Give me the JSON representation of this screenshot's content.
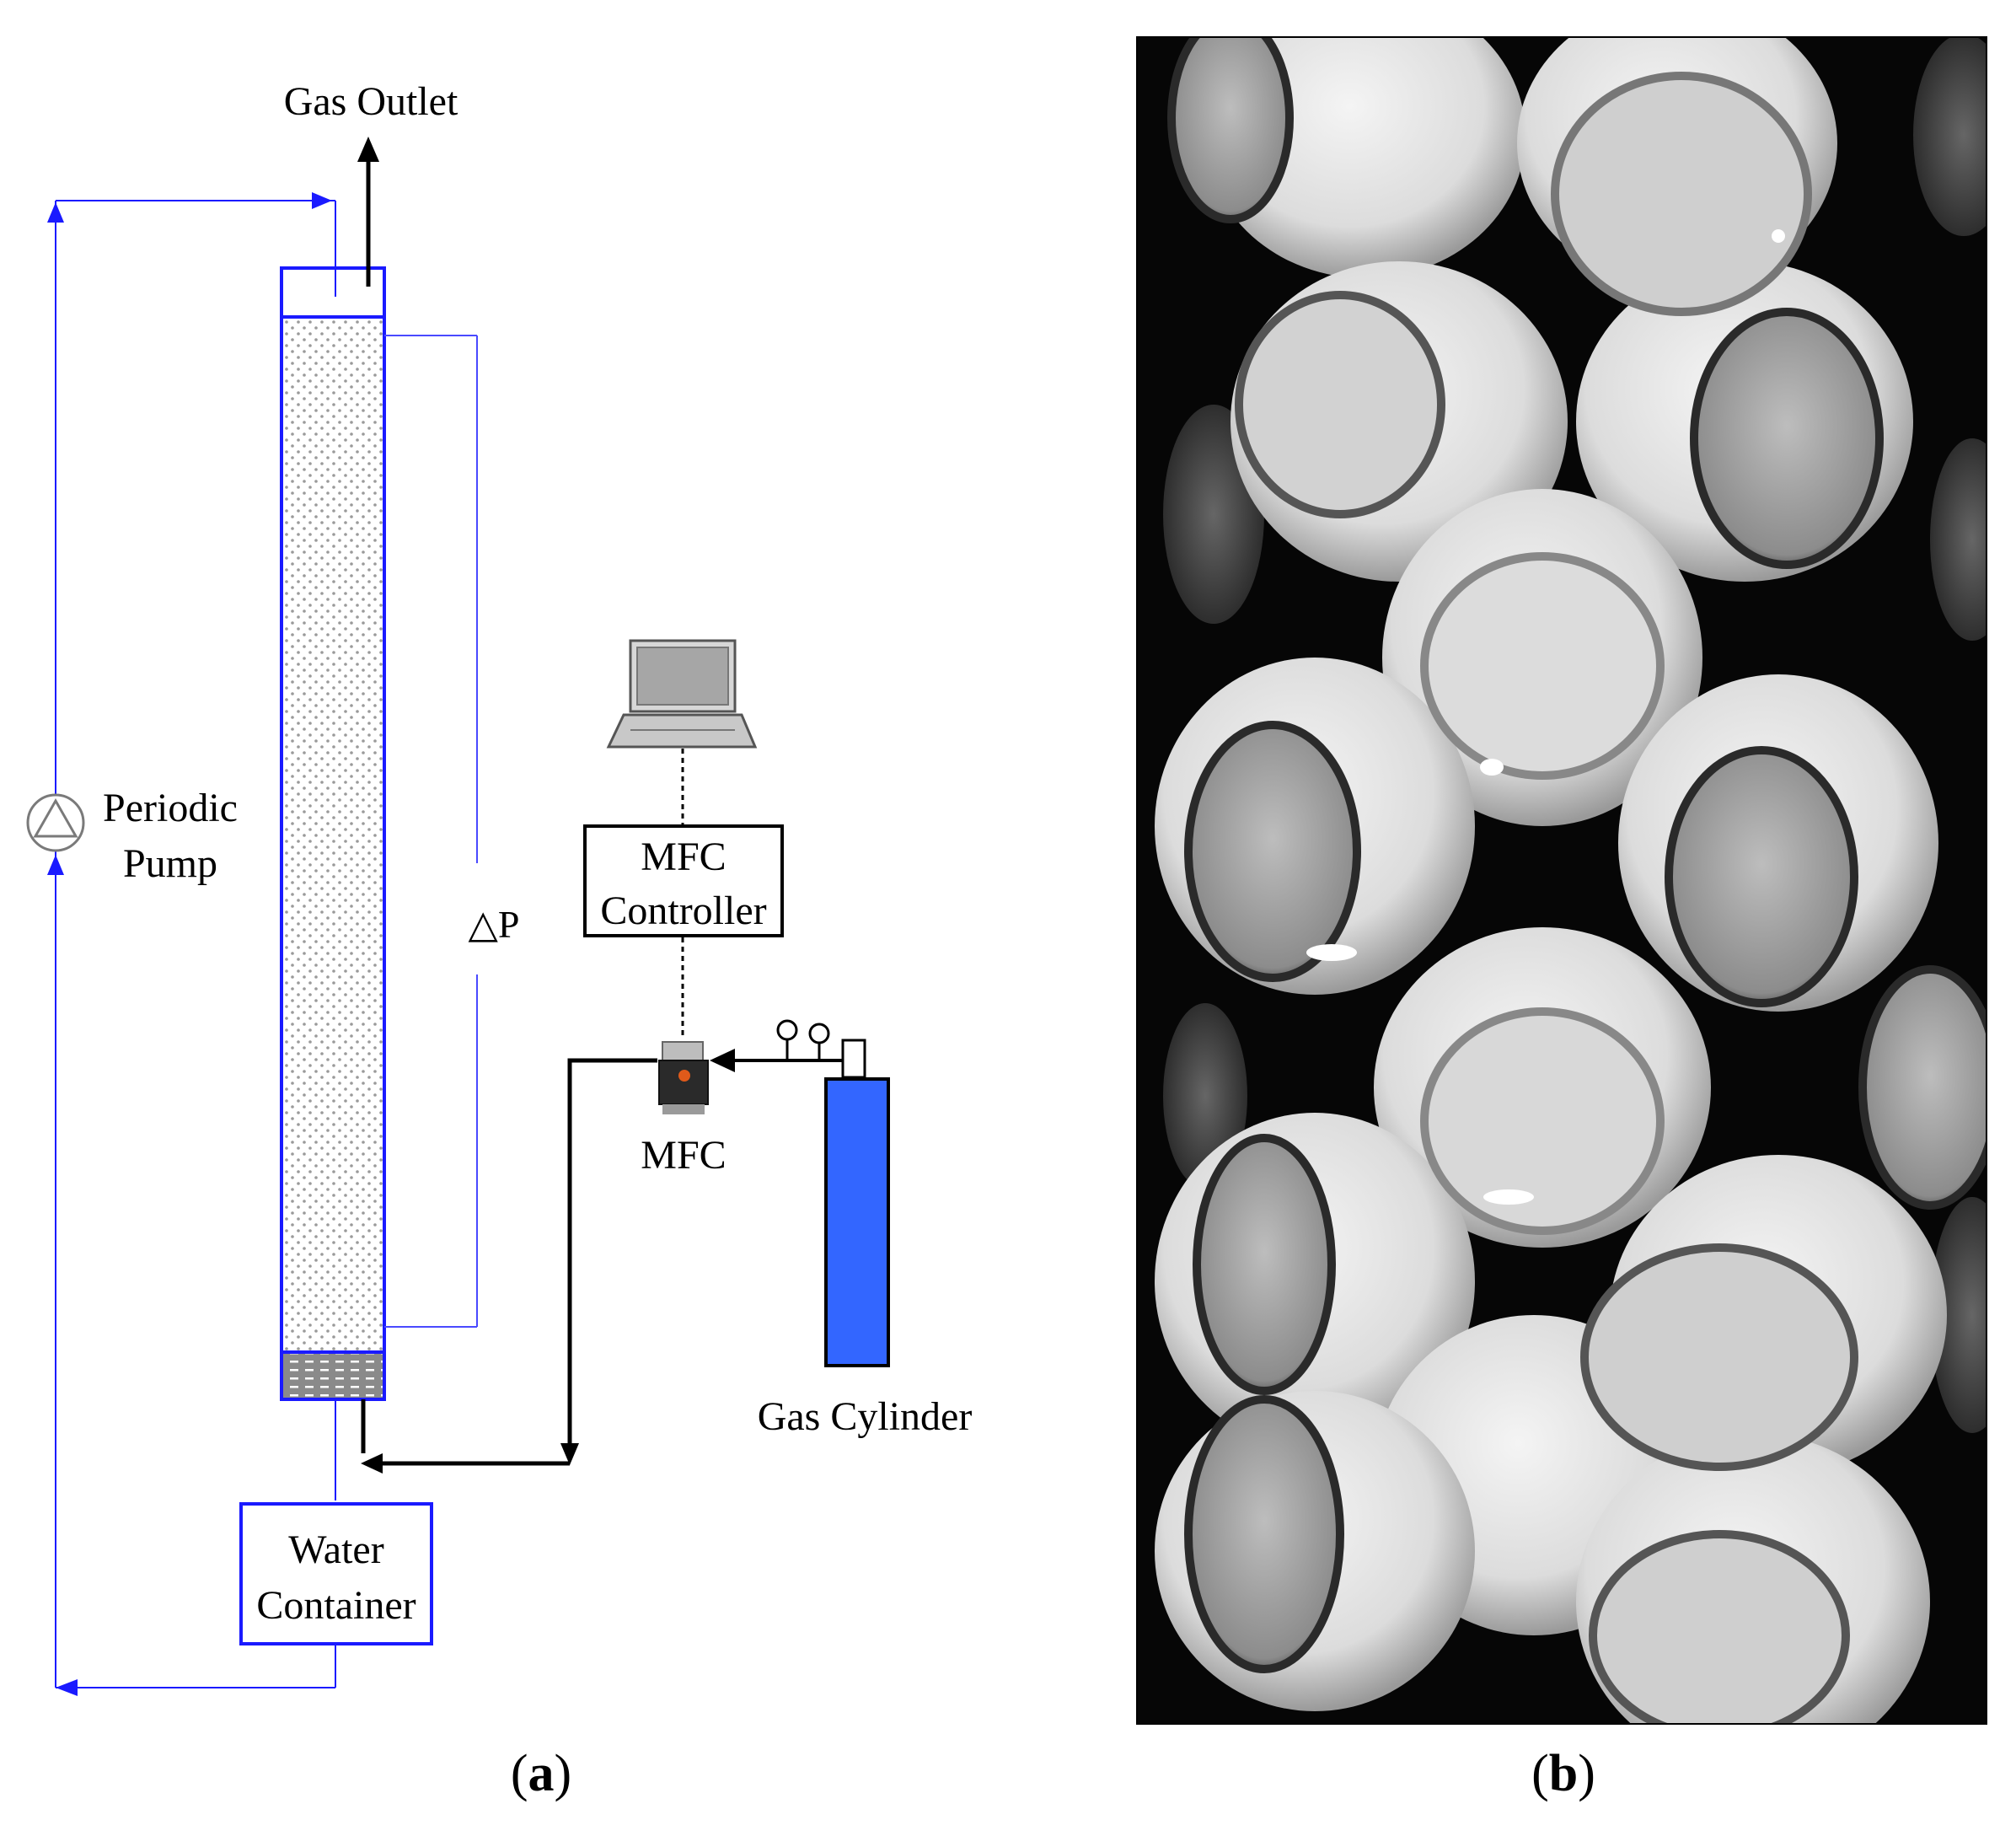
{
  "panel_a": {
    "caption_open": "(",
    "caption_letter": "a",
    "caption_close": ")",
    "labels": {
      "gas_outlet": "Gas Outlet",
      "pump_line1": "Periodic",
      "pump_line2": "Pump",
      "delta_p": "△P",
      "mfc_controller_line1": "MFC",
      "mfc_controller_line2": "Controller",
      "mfc": "MFC",
      "gas_cylinder": "Gas Cylinder",
      "water_container_line1": "Water",
      "water_container_line2": "Container"
    },
    "colors": {
      "water_line": "#1a1aff",
      "gas_line": "#000000",
      "cylinder": "#3366ff",
      "column_outline": "#1a1aff",
      "packing_dots": "#9a9a9a"
    }
  },
  "panel_b": {
    "caption_open": "(",
    "caption_letter": "b",
    "caption_close": ")",
    "image_kind": "grayscale photograph of packed column with white spherical packing"
  }
}
